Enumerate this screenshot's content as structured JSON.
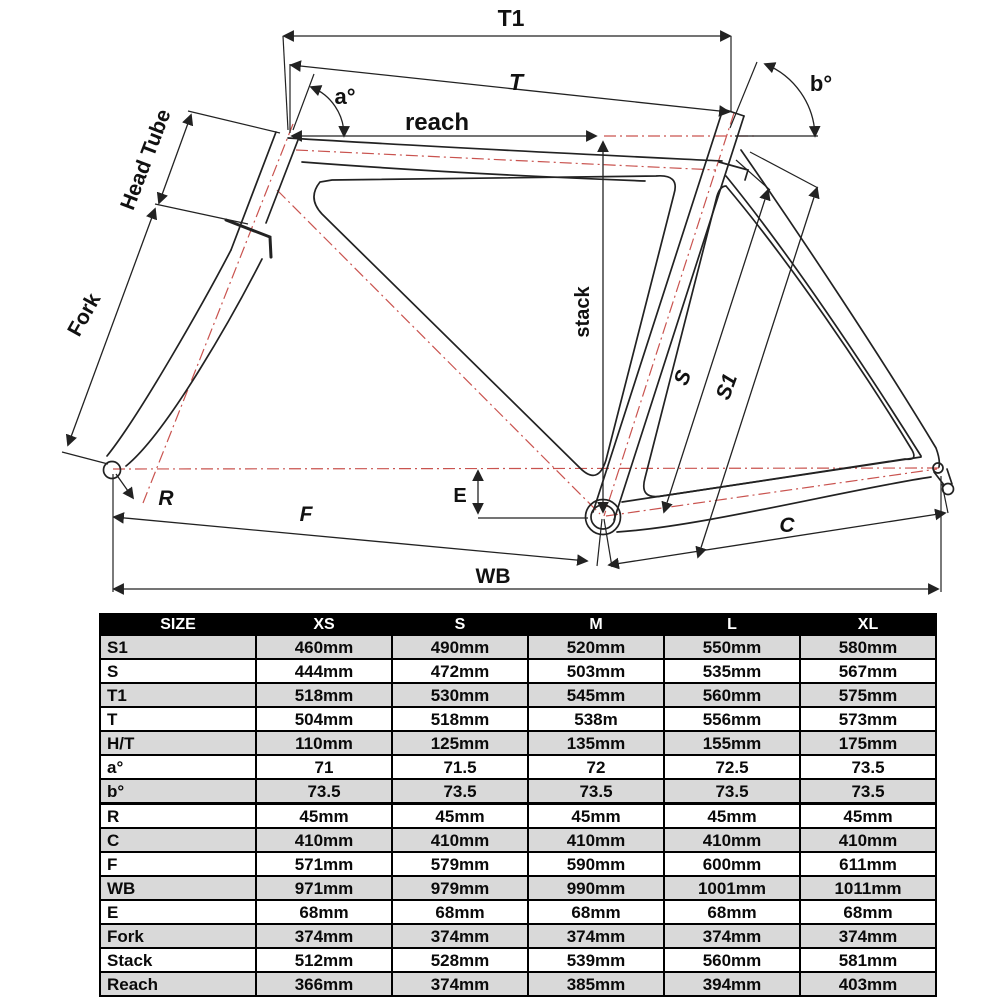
{
  "diagram": {
    "labels": {
      "t1": "T1",
      "t": "T",
      "a_angle": "a°",
      "b_angle": "b°",
      "reach": "reach",
      "head_tube": "Head Tube",
      "fork": "Fork",
      "stack": "stack",
      "s": "S",
      "s1": "S1",
      "r": "R",
      "f": "F",
      "e": "E",
      "c": "C",
      "wb": "WB"
    },
    "colors": {
      "line": "#222222",
      "centerline": "#c9534f"
    }
  },
  "table": {
    "header": [
      "SIZE",
      "XS",
      "S",
      "M",
      "L",
      "XL"
    ],
    "rows": [
      {
        "label": "S1",
        "values": [
          "460mm",
          "490mm",
          "520mm",
          "550mm",
          "580mm"
        ]
      },
      {
        "label": "S",
        "values": [
          "444mm",
          "472mm",
          "503mm",
          "535mm",
          "567mm"
        ]
      },
      {
        "label": "T1",
        "values": [
          "518mm",
          "530mm",
          "545mm",
          "560mm",
          "575mm"
        ]
      },
      {
        "label": "T",
        "values": [
          "504mm",
          "518mm",
          "538m",
          "556mm",
          "573mm"
        ]
      },
      {
        "label": "H/T",
        "values": [
          "110mm",
          "125mm",
          "135mm",
          "155mm",
          "175mm"
        ]
      },
      {
        "label": "a°",
        "values": [
          "71",
          "71.5",
          "72",
          "72.5",
          "73.5"
        ]
      },
      {
        "label": "b°",
        "values": [
          "73.5",
          "73.5",
          "73.5",
          "73.5",
          "73.5"
        ]
      },
      {
        "label": "R",
        "values": [
          "45mm",
          "45mm",
          "45mm",
          "45mm",
          "45mm"
        ],
        "thick_top": true
      },
      {
        "label": "C",
        "values": [
          "410mm",
          "410mm",
          "410mm",
          "410mm",
          "410mm"
        ]
      },
      {
        "label": "F",
        "values": [
          "571mm",
          "579mm",
          "590mm",
          "600mm",
          "611mm"
        ]
      },
      {
        "label": "WB",
        "values": [
          "971mm",
          "979mm",
          "990mm",
          "1001mm",
          "1011mm"
        ]
      },
      {
        "label": "E",
        "values": [
          "68mm",
          "68mm",
          "68mm",
          "68mm",
          "68mm"
        ]
      },
      {
        "label": "Fork",
        "values": [
          "374mm",
          "374mm",
          "374mm",
          "374mm",
          "374mm"
        ]
      },
      {
        "label": "Stack",
        "values": [
          "512mm",
          "528mm",
          "539mm",
          "560mm",
          "581mm"
        ]
      },
      {
        "label": "Reach",
        "values": [
          "366mm",
          "374mm",
          "385mm",
          "394mm",
          "403mm"
        ]
      }
    ]
  }
}
